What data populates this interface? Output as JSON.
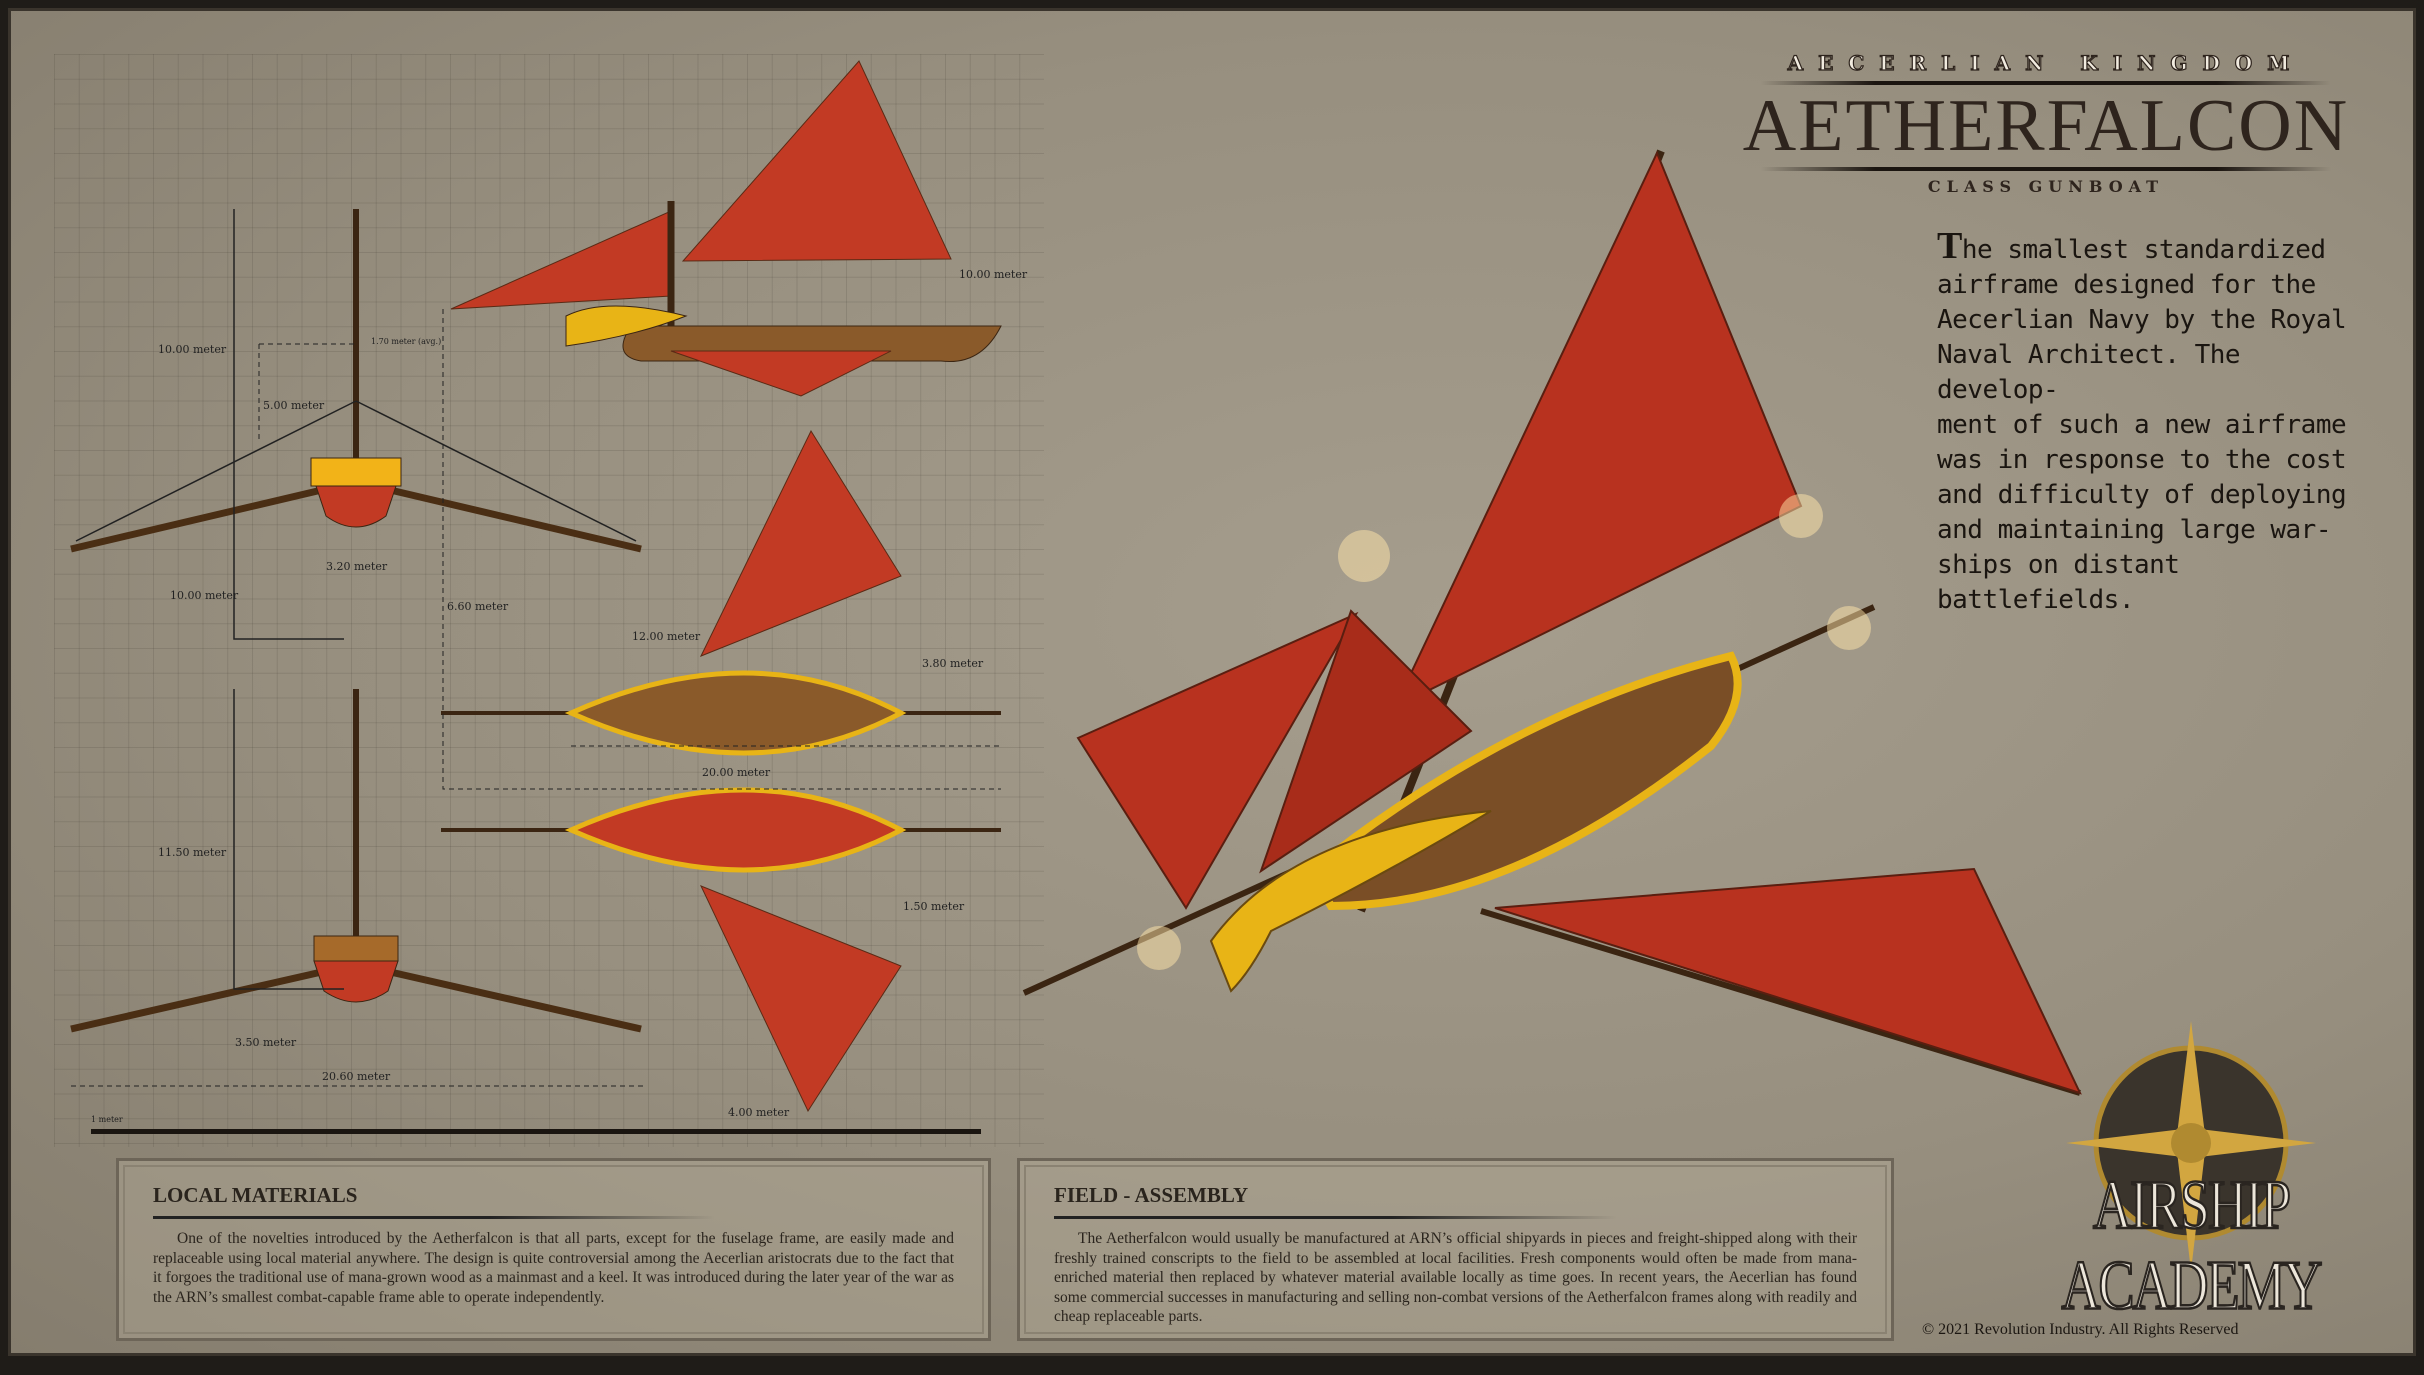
{
  "header": {
    "kingdom": "AECERLIAN KINGDOM",
    "name": "AETHERFALCON",
    "class": "CLASS GUNBOAT"
  },
  "description": {
    "dropcap": "T",
    "text": "he smallest standardized\nairframe designed for the\nAecerlian Navy by the Royal\nNaval Architect. The develop-\nment of such a new airframe\nwas in response to the cost\nand difficulty of deploying\nand maintaining large war-\nships on distant battlefields."
  },
  "dimensions": {
    "front_mast": "10.00 meter",
    "front_lower": "5.00 meter",
    "human": "1.70 meter (avg.)",
    "side_height": "10.00 meter",
    "front_beam": "3.20 meter",
    "front_span": "10.00 meter",
    "side_offset": "6.60 meter",
    "top_sail": "12.00 meter",
    "top_sail_width": "3.80 meter",
    "length": "20.00 meter",
    "rear_mast": "11.50 meter",
    "bottom_sail": "1.50 meter",
    "rear_beam": "3.50 meter",
    "rear_span": "20.60 meter",
    "bottom_sail_width": "4.00 meter",
    "scale": "1 meter"
  },
  "sections": [
    {
      "title": "LOCAL MATERIALS",
      "body": "One of the novelties introduced by the Aetherfalcon is that all parts, except for the fuselage frame, are easily made and replaceable using local material anywhere. The design is quite controversial among the Aecerlian aristocrats due to the fact that it forgoes the traditional use of mana-grown wood as a mainmast and a keel. It was introduced during the later year of the war as the ARN’s smallest combat-capable frame able to operate independently."
    },
    {
      "title": "FIELD - ASSEMBLY",
      "body": "The Aetherfalcon would usually be manufactured at ARN’s official shipyards in pieces and freight-shipped along with their freshly trained conscripts to the field to be assembled at local facilities. Fresh components would often be made from mana-enriched material then replaced by whatever material available locally as time goes. In recent years, the Aecerlian has found some commercial successes in manufacturing and selling non-combat versions of the Aetherfalcon frames along with readily and cheap replaceable parts."
    }
  ],
  "logo": {
    "text": "AIRSHIP ACADEMY"
  },
  "copyright": "© 2021 Revolution Industry. All Rights Reserved",
  "colors": {
    "sail": "#c23a24",
    "gold": "#e8b416",
    "wood": "#5a3a1c",
    "paper": "#978f7f"
  }
}
